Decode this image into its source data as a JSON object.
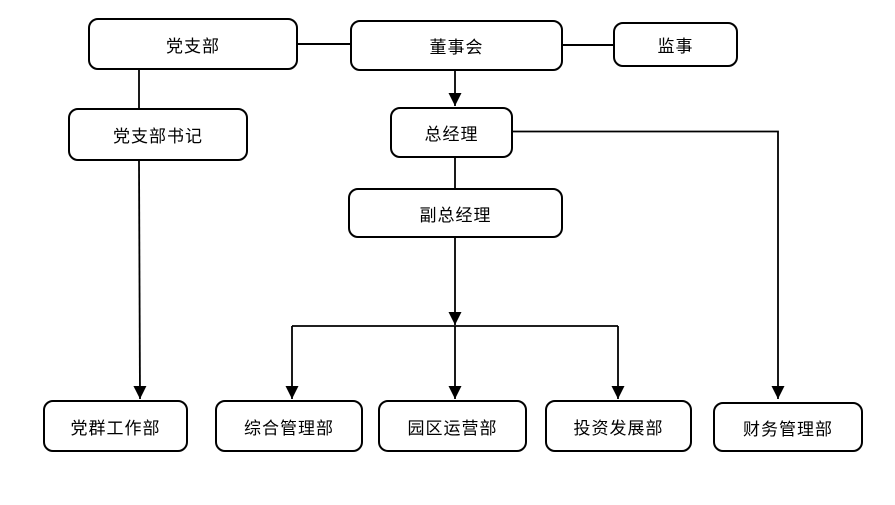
{
  "diagram": {
    "type": "org-chart",
    "background": "#ffffff",
    "line_color": "#000000",
    "box_border_color": "#000000",
    "box_fill_color": "#ffffff",
    "text_color": "#000000",
    "nodes": [
      {
        "id": "party-branch",
        "label": "党支部"
      },
      {
        "id": "board-of-directors",
        "label": "董事会"
      },
      {
        "id": "supervisors",
        "label": "监事"
      },
      {
        "id": "party-branch-secretary",
        "label": "党支部书记"
      },
      {
        "id": "general-manager",
        "label": "总经理"
      },
      {
        "id": "deputy-general-manager",
        "label": "副总经理"
      },
      {
        "id": "party-mass-work-dept",
        "label": "党群工作部"
      },
      {
        "id": "general-management-dept",
        "label": "综合管理部"
      },
      {
        "id": "park-operations-dept",
        "label": "园区运营部"
      },
      {
        "id": "investment-development-dept",
        "label": "投资发展部"
      },
      {
        "id": "finance-management-dept",
        "label": "财务管理部"
      }
    ],
    "edges": [
      {
        "from": "党支部",
        "to": "董事会",
        "style": "plain"
      },
      {
        "from": "董事会",
        "to": "监事",
        "style": "plain"
      },
      {
        "from": "董事会",
        "to": "总经理",
        "style": "arrow"
      },
      {
        "from": "党支部",
        "to": "党支部书记",
        "style": "plain"
      },
      {
        "from": "党支部书记",
        "to": "党群工作部",
        "style": "arrow"
      },
      {
        "from": "总经理",
        "to": "副总经理",
        "style": "plain"
      },
      {
        "from": "副总经理",
        "to": "综合管理部",
        "style": "arrow"
      },
      {
        "from": "副总经理",
        "to": "园区运营部",
        "style": "arrow"
      },
      {
        "from": "副总经理",
        "to": "投资发展部",
        "style": "arrow"
      },
      {
        "from": "总经理",
        "to": "财务管理部",
        "style": "arrow"
      }
    ]
  }
}
